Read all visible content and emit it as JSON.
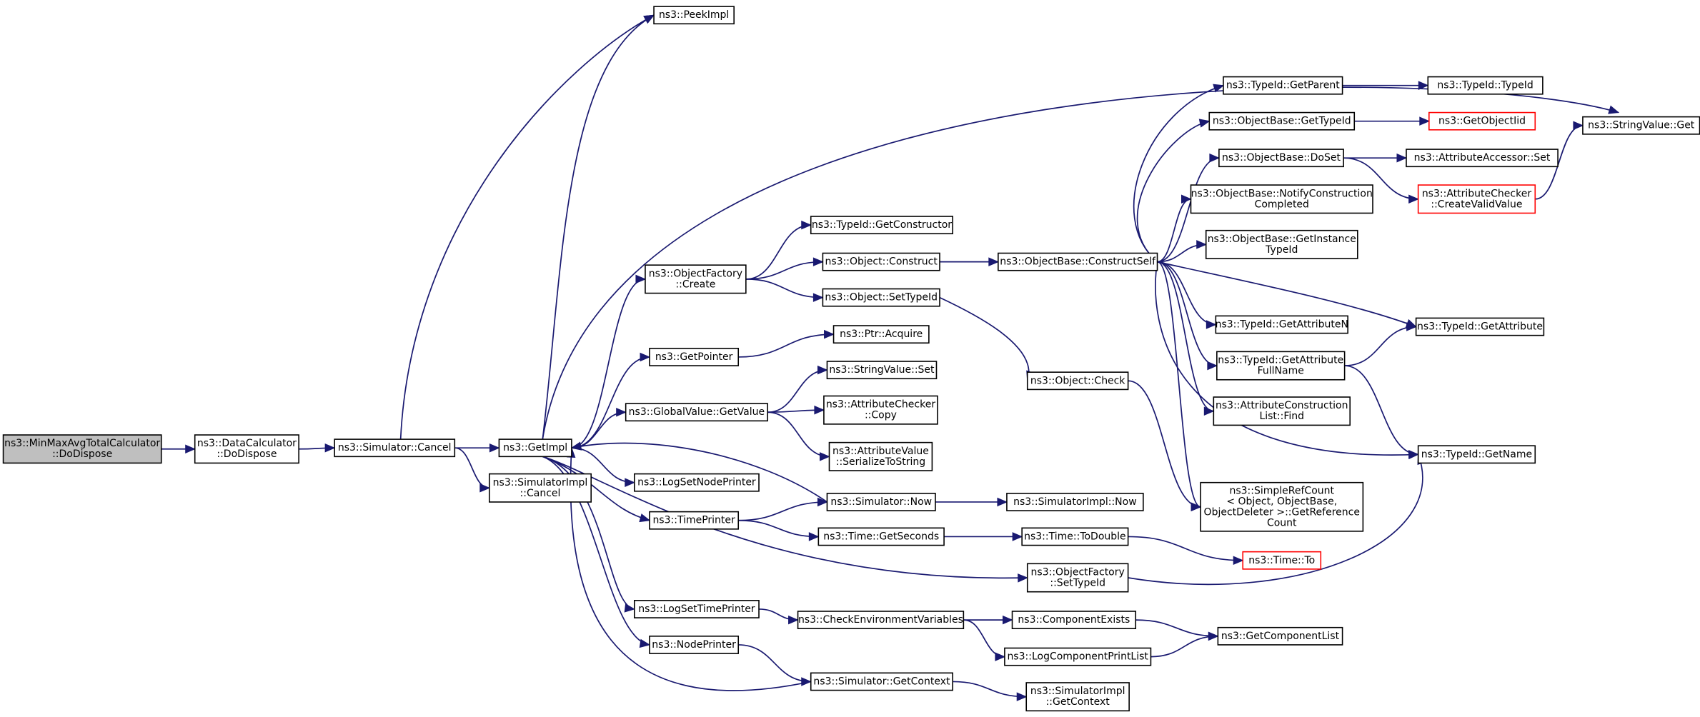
{
  "colors": {
    "edge": "#191970",
    "root_fill": "#bfbfbf",
    "red_border": "#ff0000"
  },
  "nodes": {
    "n_minmax": [
      "ns3::MinMaxAvgTotalCalculator",
      "::DoDispose"
    ],
    "n_datacalc": [
      "ns3::DataCalculator",
      "::DoDispose"
    ],
    "n_simcancel": [
      "ns3::Simulator::Cancel"
    ],
    "n_getimpl": [
      "ns3::GetImpl"
    ],
    "n_simimplcancel": [
      "ns3::SimulatorImpl",
      "::Cancel"
    ],
    "n_peekimpl": [
      "ns3::PeekImpl"
    ],
    "n_objfactcreate": [
      "ns3::ObjectFactory",
      "::Create"
    ],
    "n_getpointer": [
      "ns3::GetPointer"
    ],
    "n_globalvalue": [
      "ns3::GlobalValue::GetValue"
    ],
    "n_logsetnode": [
      "ns3::LogSetNodePrinter"
    ],
    "n_timeprinter": [
      "ns3::TimePrinter"
    ],
    "n_logsettime": [
      "ns3::LogSetTimePrinter"
    ],
    "n_nodeprinter": [
      "ns3::NodePrinter"
    ],
    "n_gettypeidctor": [
      "ns3::TypeId::GetConstructor"
    ],
    "n_objconstruct": [
      "ns3::Object::Construct"
    ],
    "n_objsettypeid": [
      "ns3::Object::SetTypeId"
    ],
    "n_ptracquire": [
      "ns3::Ptr::Acquire"
    ],
    "n_strvalset": [
      "ns3::StringValue::Set"
    ],
    "n_attrcheckercopy": [
      "ns3::AttributeChecker",
      "::Copy"
    ],
    "n_attrvalser": [
      "ns3::AttributeValue",
      "::SerializeToString"
    ],
    "n_simnow": [
      "ns3::Simulator::Now"
    ],
    "n_timegetsec": [
      "ns3::Time::GetSeconds"
    ],
    "n_checkenv": [
      "ns3::CheckEnvironmentVariables"
    ],
    "n_simgetctx": [
      "ns3::Simulator::GetContext"
    ],
    "n_objbaseconstruct": [
      "ns3::ObjectBase::ConstructSelf"
    ],
    "n_objcheck": [
      "ns3::Object::Check"
    ],
    "n_simimplnow": [
      "ns3::SimulatorImpl::Now"
    ],
    "n_timetodouble": [
      "ns3::Time::ToDouble"
    ],
    "n_objfactsettypeid": [
      "ns3::ObjectFactory",
      "::SetTypeId"
    ],
    "n_compexists": [
      "ns3::ComponentExists"
    ],
    "n_logcompprint": [
      "ns3::LogComponentPrintList"
    ],
    "n_simimplgetctx": [
      "ns3::SimulatorImpl",
      "::GetContext"
    ],
    "n_typeidgetparent": [
      "ns3::TypeId::GetParent"
    ],
    "n_objbasegettypeid": [
      "ns3::ObjectBase::GetTypeId"
    ],
    "n_objbasedoset": [
      "ns3::ObjectBase::DoSet"
    ],
    "n_objbasenotify": [
      "ns3::ObjectBase::NotifyConstruction",
      "Completed"
    ],
    "n_objbasegetinst": [
      "ns3::ObjectBase::GetInstance",
      "TypeId"
    ],
    "n_typeidgetattrn": [
      "ns3::TypeId::GetAttributeN"
    ],
    "n_typeidgetattrfull": [
      "ns3::TypeId::GetAttribute",
      "FullName"
    ],
    "n_attrconstrfind": [
      "ns3::AttributeConstruction",
      "List::Find"
    ],
    "n_simplerefcount": [
      "ns3::SimpleRefCount",
      "< Object, ObjectBase,",
      " ObjectDeleter >::GetReference",
      "Count"
    ],
    "n_timeto": [
      "ns3::Time::To"
    ],
    "n_getcomplist": [
      "ns3::GetComponentList"
    ],
    "n_typeidtypeid": [
      "ns3::TypeId::TypeId"
    ],
    "n_getobjectiid": [
      "ns3::GetObjectIid"
    ],
    "n_attraccessorset": [
      "ns3::AttributeAccessor::Set"
    ],
    "n_attrcheckercreate": [
      "ns3::AttributeChecker",
      "::CreateValidValue"
    ],
    "n_strvalget": [
      "ns3::StringValue::Get"
    ],
    "n_typeidgetattr": [
      "ns3::TypeId::GetAttribute"
    ],
    "n_typeidgetname": [
      "ns3::TypeId::GetName"
    ]
  }
}
